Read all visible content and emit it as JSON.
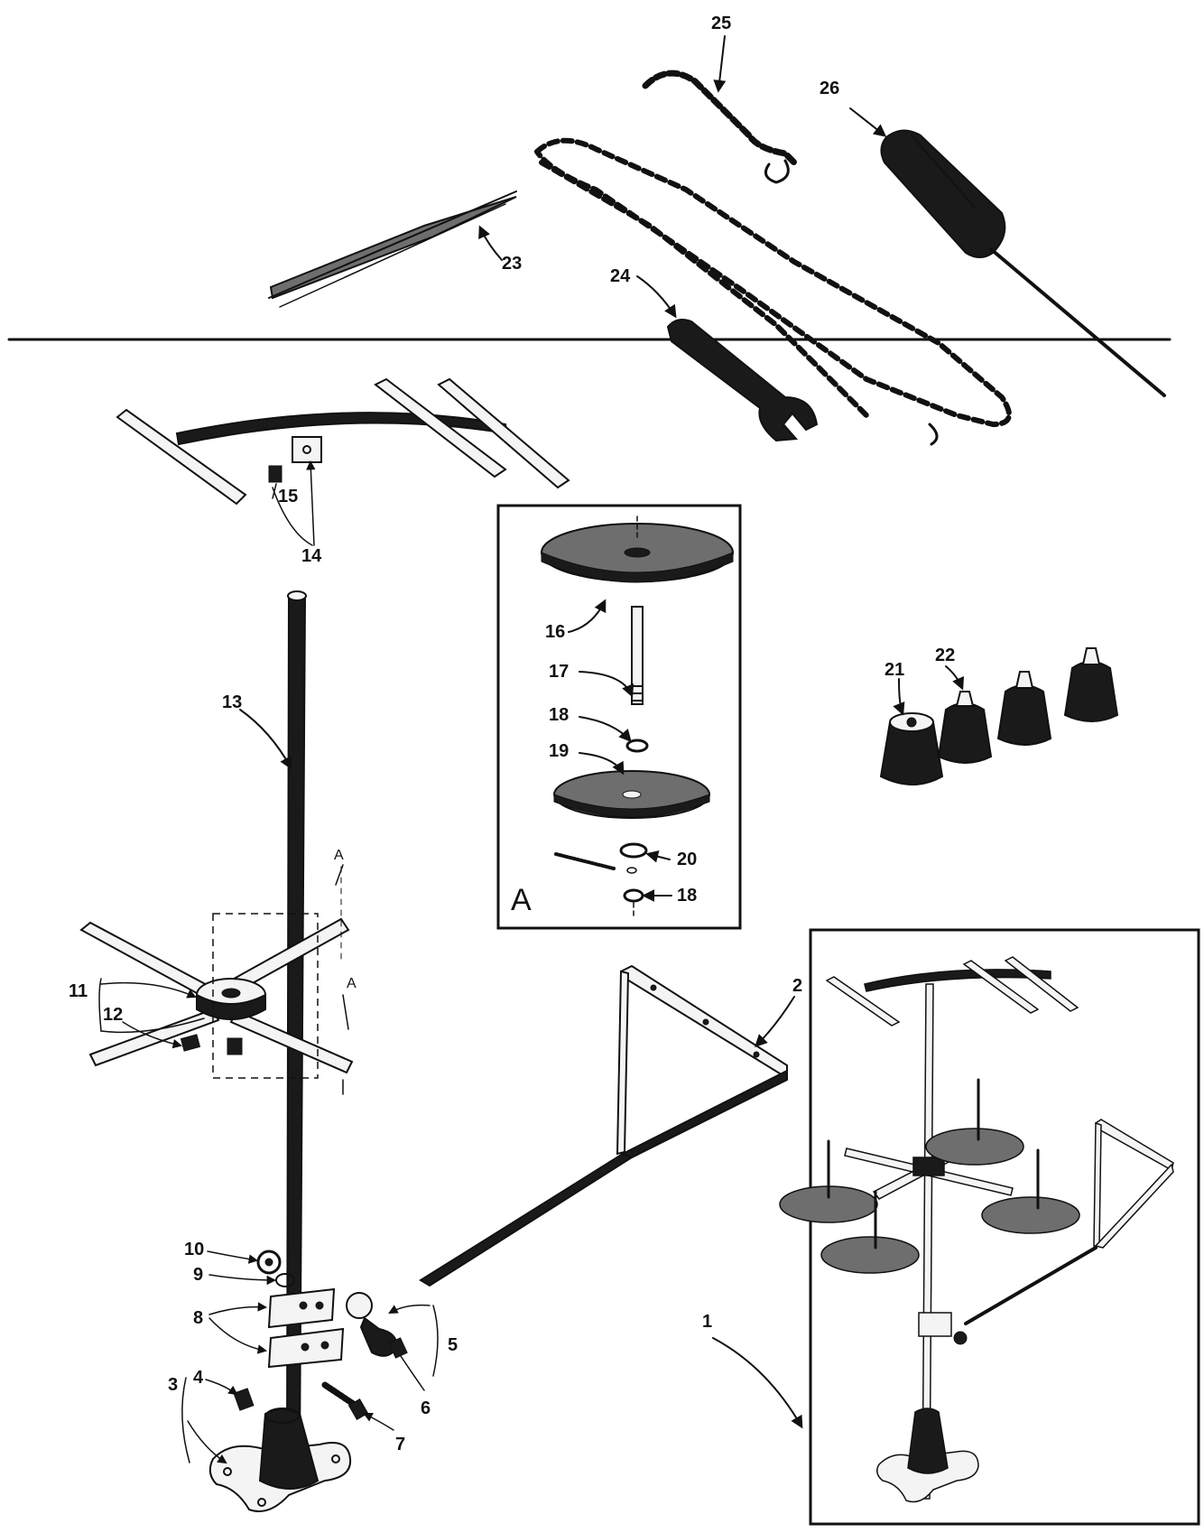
{
  "callouts": [
    {
      "id": "1",
      "label": "1"
    },
    {
      "id": "2",
      "label": "2"
    },
    {
      "id": "3",
      "label": "3"
    },
    {
      "id": "4",
      "label": "4"
    },
    {
      "id": "5",
      "label": "5"
    },
    {
      "id": "6",
      "label": "6"
    },
    {
      "id": "7",
      "label": "7"
    },
    {
      "id": "8",
      "label": "8"
    },
    {
      "id": "9",
      "label": "9"
    },
    {
      "id": "10",
      "label": "10"
    },
    {
      "id": "11",
      "label": "11"
    },
    {
      "id": "12",
      "label": "12"
    },
    {
      "id": "13",
      "label": "13"
    },
    {
      "id": "14",
      "label": "14"
    },
    {
      "id": "15",
      "label": "15"
    },
    {
      "id": "16",
      "label": "16"
    },
    {
      "id": "17",
      "label": "17"
    },
    {
      "id": "18a",
      "label": "18"
    },
    {
      "id": "18b",
      "label": "18"
    },
    {
      "id": "19",
      "label": "19"
    },
    {
      "id": "20",
      "label": "20"
    },
    {
      "id": "21",
      "label": "21"
    },
    {
      "id": "22",
      "label": "22"
    },
    {
      "id": "23",
      "label": "23"
    },
    {
      "id": "24",
      "label": "24"
    },
    {
      "id": "25",
      "label": "25"
    },
    {
      "id": "26",
      "label": "26"
    }
  ],
  "inset": {
    "letter": "A"
  },
  "section_marks": {
    "upper": "A",
    "lower": "A"
  },
  "colors": {
    "ink": "#111111",
    "paper": "#ffffff",
    "shade": "#6e6e6e"
  }
}
